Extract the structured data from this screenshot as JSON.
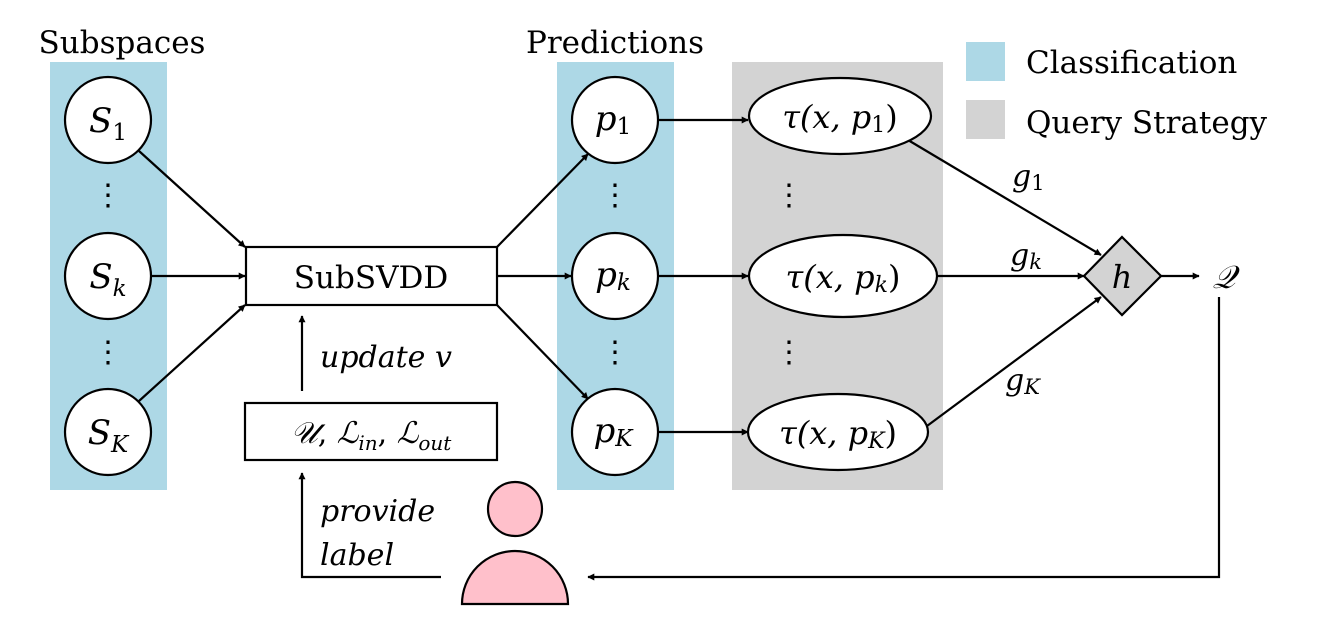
{
  "colors": {
    "classification": "#add8e6",
    "query_strategy": "#d3d3d3",
    "user": "#ffc0cb"
  },
  "headers": {
    "subspaces": "Subspaces",
    "predictions": "Predictions"
  },
  "legend": [
    {
      "label": "Classification",
      "color_key": "classification"
    },
    {
      "label": "Query Strategy",
      "color_key": "query_strategy"
    }
  ],
  "subspaces": [
    {
      "base": "S",
      "sub": "1"
    },
    {
      "base": "S",
      "sub": "k"
    },
    {
      "base": "S",
      "sub": "K"
    }
  ],
  "predictions": [
    {
      "base": "p",
      "sub": "1"
    },
    {
      "base": "p",
      "sub": "k"
    },
    {
      "base": "p",
      "sub": "K"
    }
  ],
  "query_nodes": [
    {
      "prefix": "τ(x, ",
      "base": "p",
      "sub": "1",
      "suffix": ")"
    },
    {
      "prefix": "τ(x, ",
      "base": "p",
      "sub": "k",
      "suffix": ")"
    },
    {
      "prefix": "τ(x, ",
      "base": "p",
      "sub": "K",
      "suffix": ")"
    }
  ],
  "weights": [
    {
      "base": "g",
      "sub": "1"
    },
    {
      "base": "g",
      "sub": "k"
    },
    {
      "base": "g",
      "sub": "K"
    }
  ],
  "model": "SubSVDD",
  "data_sets": {
    "u": "𝒰",
    "l": "ℒ",
    "in_sub": "in",
    "out_sub": "out",
    "sep": ", "
  },
  "aggregator": "h",
  "query_output": "𝒬",
  "edge_labels": {
    "update": "update v",
    "provide_line1": "provide",
    "provide_line2": "label"
  },
  "ellipsis": "⋮"
}
